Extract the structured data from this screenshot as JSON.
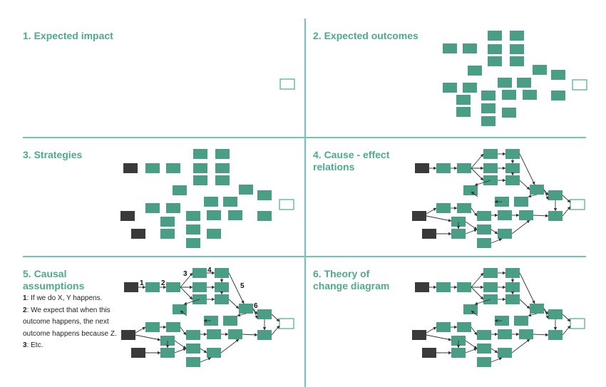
{
  "colors": {
    "accent": "#4daa8a",
    "box": "#4a9e86",
    "dark_box": "#3a3a3a",
    "divider": "#6cc6b1",
    "arrow": "#333333"
  },
  "panels": [
    {
      "title": "1. Expected impact"
    },
    {
      "title": "2. Expected outcomes"
    },
    {
      "title": "3. Strategies"
    },
    {
      "title": "4. Cause - effect\nrelations"
    },
    {
      "title": "5. Causal\nassumptions"
    },
    {
      "title": "6. Theory of\nchange diagram"
    }
  ],
  "assumptions": [
    {
      "num": "1",
      "text": ": If we do X, Y happens."
    },
    {
      "num": "2",
      "text": ": We expect that when this outcome happens, the next outcome happens because Z."
    },
    {
      "num": "3",
      "text": ": Etc."
    }
  ],
  "step_markers": [
    "1",
    "2",
    "3",
    "4",
    "5",
    "6"
  ]
}
